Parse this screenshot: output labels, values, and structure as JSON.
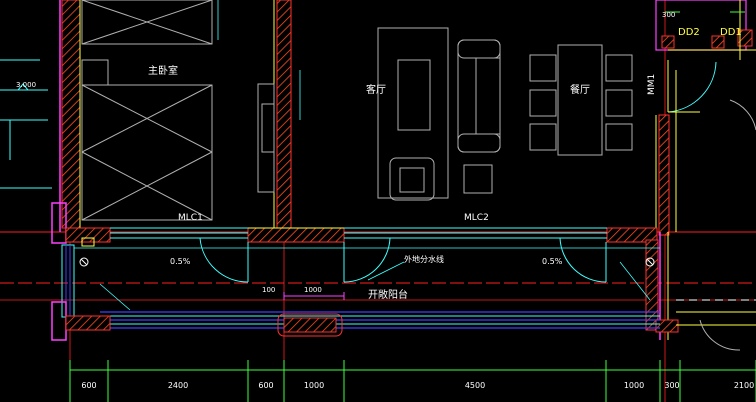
{
  "rooms": {
    "master_bedroom": "主卧室",
    "living_room": "客厅",
    "dining_room": "餐厅",
    "balcony": "开敞阳台"
  },
  "openings": {
    "mlc1": "MLC1",
    "mlc2": "MLC2",
    "m1": "MM1",
    "dd2": "DD2",
    "dd1": "DD1"
  },
  "annotations": {
    "level": "3.000",
    "slope_left": "0.5%",
    "slope_right": "0.5%",
    "drain_line": "外地分水线",
    "dim_100": "100",
    "dim_1000_mid": "1000",
    "dim_300_top": "300"
  },
  "dimensions": [
    "600",
    "2400",
    "600",
    "1000",
    "4500",
    "1000",
    "300",
    "2100"
  ],
  "colors": {
    "background": "#000000",
    "wall_outline": "#ff3030",
    "hatch": "#ff4020",
    "yellow": "#ffff40",
    "magenta": "#ff40ff",
    "cyan": "#40ffff",
    "blue": "#4040ff",
    "furniture": "#b0b0b0",
    "text": "#ffffff",
    "green": "#40ff40",
    "red": "#ff2020"
  }
}
